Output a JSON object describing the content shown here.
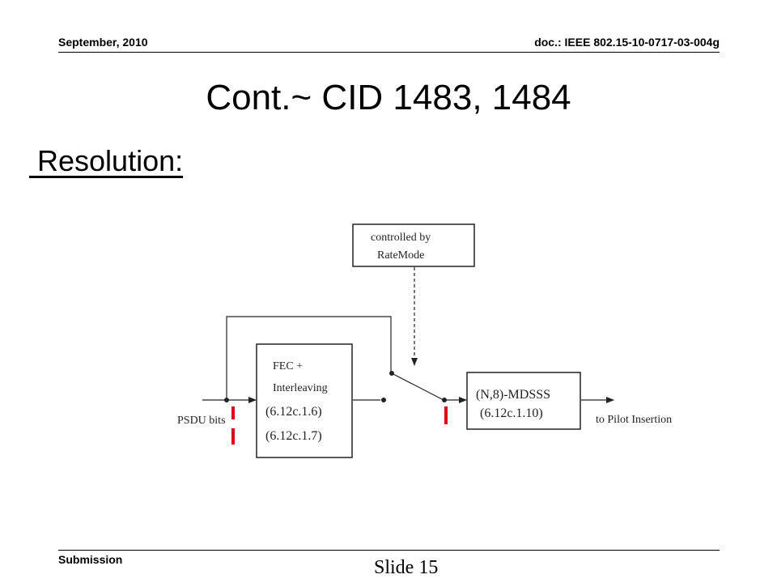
{
  "header": {
    "date": "September, 2010",
    "doc_id": "doc.: IEEE 802.15-10-0717-03-004g"
  },
  "slide": {
    "title": "Cont.~ CID 1483, 1484",
    "subtitle": " Resolution:"
  },
  "diagram": {
    "control_box": [
      "controlled by",
      "RateMode"
    ],
    "fec_box": [
      "FEC +",
      "Interleaving",
      "(6.12c.1.6)",
      "(6.12c.1.7)"
    ],
    "mdsss_box": [
      "(N,8)-MDSSS",
      "(6.12c.1.10)"
    ],
    "input_label": "PSDU bits",
    "output_label": "to Pilot Insertion",
    "colors": {
      "line": "#222222",
      "marker": "#e0001a"
    }
  },
  "footer": {
    "submission": "Submission",
    "slide_number": "Slide 15"
  }
}
